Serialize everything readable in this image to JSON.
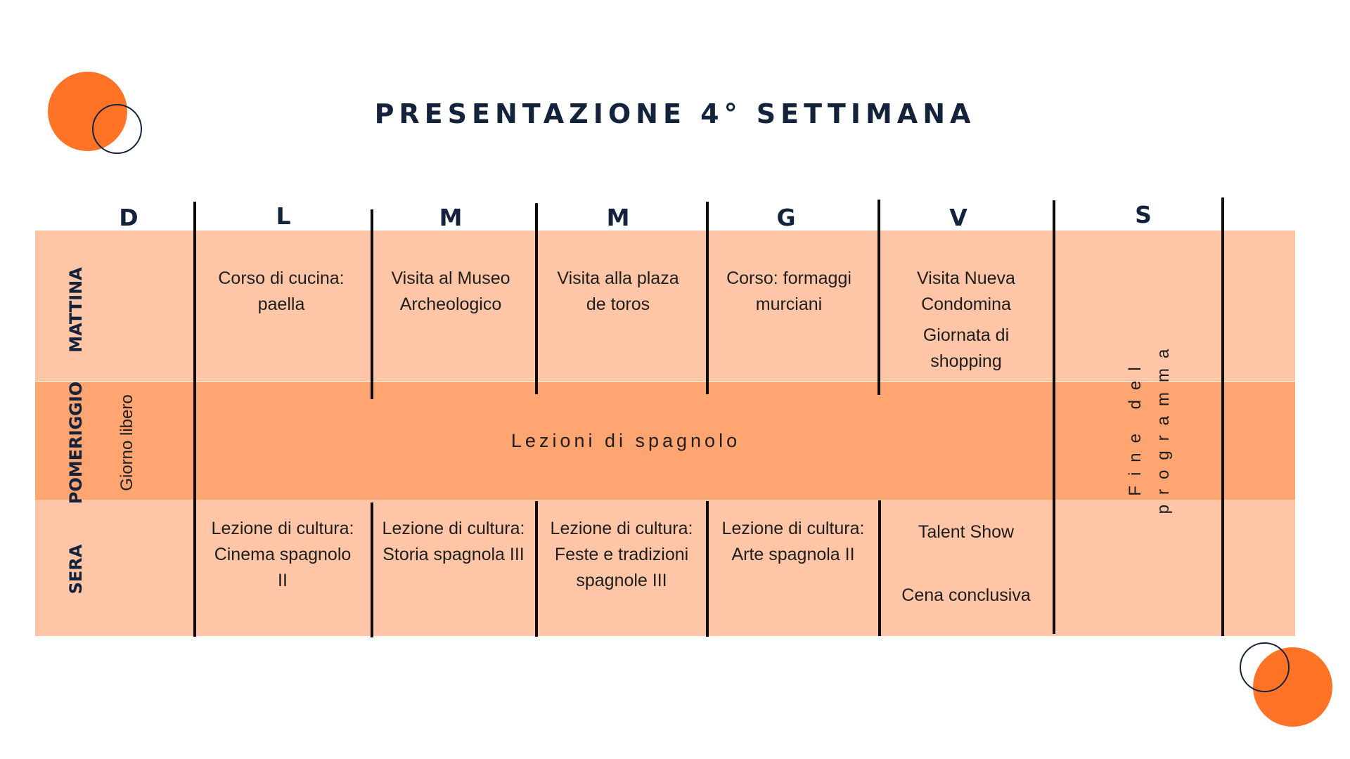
{
  "title": "PRESENTAZIONE 4° SETTIMANA",
  "days": [
    "D",
    "L",
    "M",
    "M",
    "G",
    "V",
    "S"
  ],
  "rows": {
    "morning": "MATTINA",
    "afternoon": "POMERIGGIO",
    "evening": "SERA"
  },
  "sunday_note": "Giorno libero",
  "saturday_note_line1": "Fine del",
  "saturday_note_line2": "programma",
  "afternoon_all": "Lezioni di spagnolo",
  "morning_cells": {
    "lun": [
      "Corso di cucina:",
      "paella"
    ],
    "mar": [
      "Visita al Museo",
      "Archeologico"
    ],
    "mer": [
      "Visita alla plaza",
      "de toros"
    ],
    "gio": [
      "Corso: formaggi",
      "murciani"
    ],
    "ven": [
      "Visita Nueva",
      "Condomina",
      "Giornata di",
      "shopping"
    ]
  },
  "evening_cells": {
    "lun": [
      "Lezione di cultura:",
      "Cinema spagnolo",
      "II"
    ],
    "mar": [
      "Lezione di cultura:",
      "Storia spagnola III"
    ],
    "mer": [
      "Lezione di cultura:",
      "Feste e tradizioni",
      "spagnole III"
    ],
    "gio": [
      "Lezione di cultura:",
      "Arte spagnola II"
    ],
    "ven": [
      "Talent Show",
      "Cena conclusiva"
    ]
  },
  "colors": {
    "accent": "#ff7326",
    "navy": "#14233c",
    "band_light": "#fec5a6",
    "band_dark": "#ffa572"
  }
}
